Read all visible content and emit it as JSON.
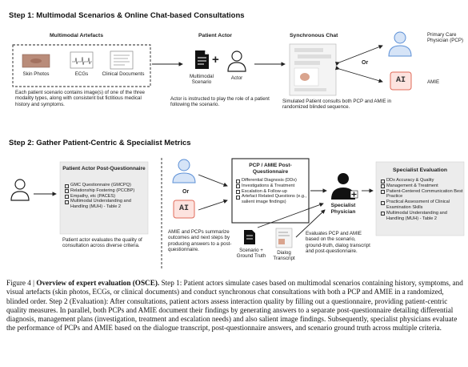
{
  "step1": {
    "title": "Step 1: Multimodal Scenarios & Online Chat-based Consultations",
    "multimodal_artefacts": "Multimodal Artefacts",
    "artefacts": [
      "Skin Photos",
      "ECGs",
      "Clinical Documents"
    ],
    "artefacts_desc": "Each patient scenario contains image(s) of one of the three modality types, along with consistent but fictitious medical history and symptoms.",
    "patient_actor_title": "Patient Actor",
    "multimodal_scenario_label": "Multimodal Scenario",
    "actor_label": "Actor",
    "plus": "+",
    "actor_desc": "Actor is instructed to play the role of a patient following the scenario.",
    "synchronous_chat_title": "Synchronous Chat",
    "chat_desc": "Simulated Patient consults both PCP and AMIE in randomized blinded sequence.",
    "or": "Or",
    "pcp_label": "Primary Care Physician (PCP)",
    "amie_label": "AMIE",
    "amie_badge": "AI"
  },
  "step2": {
    "title": "Step 2: Gather Patient-Centric & Specialist Metrics",
    "pq_title": "Patient Actor Post-Questionnaire",
    "pq_items": [
      "GMC Questionnaire (GMCPQ)",
      "Relationship Fostering (PCCBP)",
      "Empathy, etc (PACES)",
      "Multimodal Understanding and Handling (MUH) - Table 2"
    ],
    "pq_desc": "Patient actor evaluates the quality of consultation across diverse criteria.",
    "or": "Or",
    "amie_badge": "AI",
    "pcp_amie_desc": "AMIE and PCPs summarize outcomes and next steps by producing answers to a post-questionnaire.",
    "pcp_pq_title": "PCP / AMIE Post-Questionnaire",
    "pcp_pq_items": [
      "Differential Diagnosis (DDx)",
      "Investigations & Treatment",
      "Escalation & Follow-up",
      "Artefact Related Questions (e.g., salient image findings)"
    ],
    "scenario_label": "Scenario + Ground Truth",
    "dialog_label": "Dialog Transcript",
    "specialist_label": "Specialist Physician",
    "specialist_desc": "Evaluates PCP and AMIE based on the scenario, ground-truth, dialog transcript and post-questionnaire.",
    "se_title": "Specialist Evaluation",
    "se_items": [
      "DDx Accuracy & Quality",
      "Management & Treatment",
      "Patient-Centered Communication Best Practice",
      "Practical Assessment of Clinical Examination Skills",
      "Multimodal Understanding and Handling (MUH) - Table 2"
    ]
  },
  "caption": {
    "fig": "Figure 4 |",
    "bold": "Overview of expert evaluation (OSCE).",
    "text": " Step 1: Patient actors simulate cases based on multimodal scenarios containing history, symptoms, and visual artefacts (skin photos, ECGs, or clinical documents) and conduct synchronous chat consultations with both a PCP and AMIE in a randomized, blinded order. Step 2 (Evaluation): After consultations, patient actors assess interaction quality by filling out a questionnaire, providing patient-centric quality measures. In parallel, both PCPs and AMIE document their findings by generating answers to a separate post-questionnaire detailing differential diagnosis, management plans (investigation, treatment and escalation needs) and also salient image findings. Subsequently, specialist physicians evaluate the performance of PCPs and AMIE based on the dialogue transcript, post-questionnaire answers, and scenario ground truth across multiple criteria."
  },
  "colors": {
    "blue_fill": "#d6e4f7",
    "blue_stroke": "#5b8fd6",
    "red_fill": "#fde3df",
    "red_stroke": "#e06b5a",
    "grey_box": "#ececec"
  }
}
